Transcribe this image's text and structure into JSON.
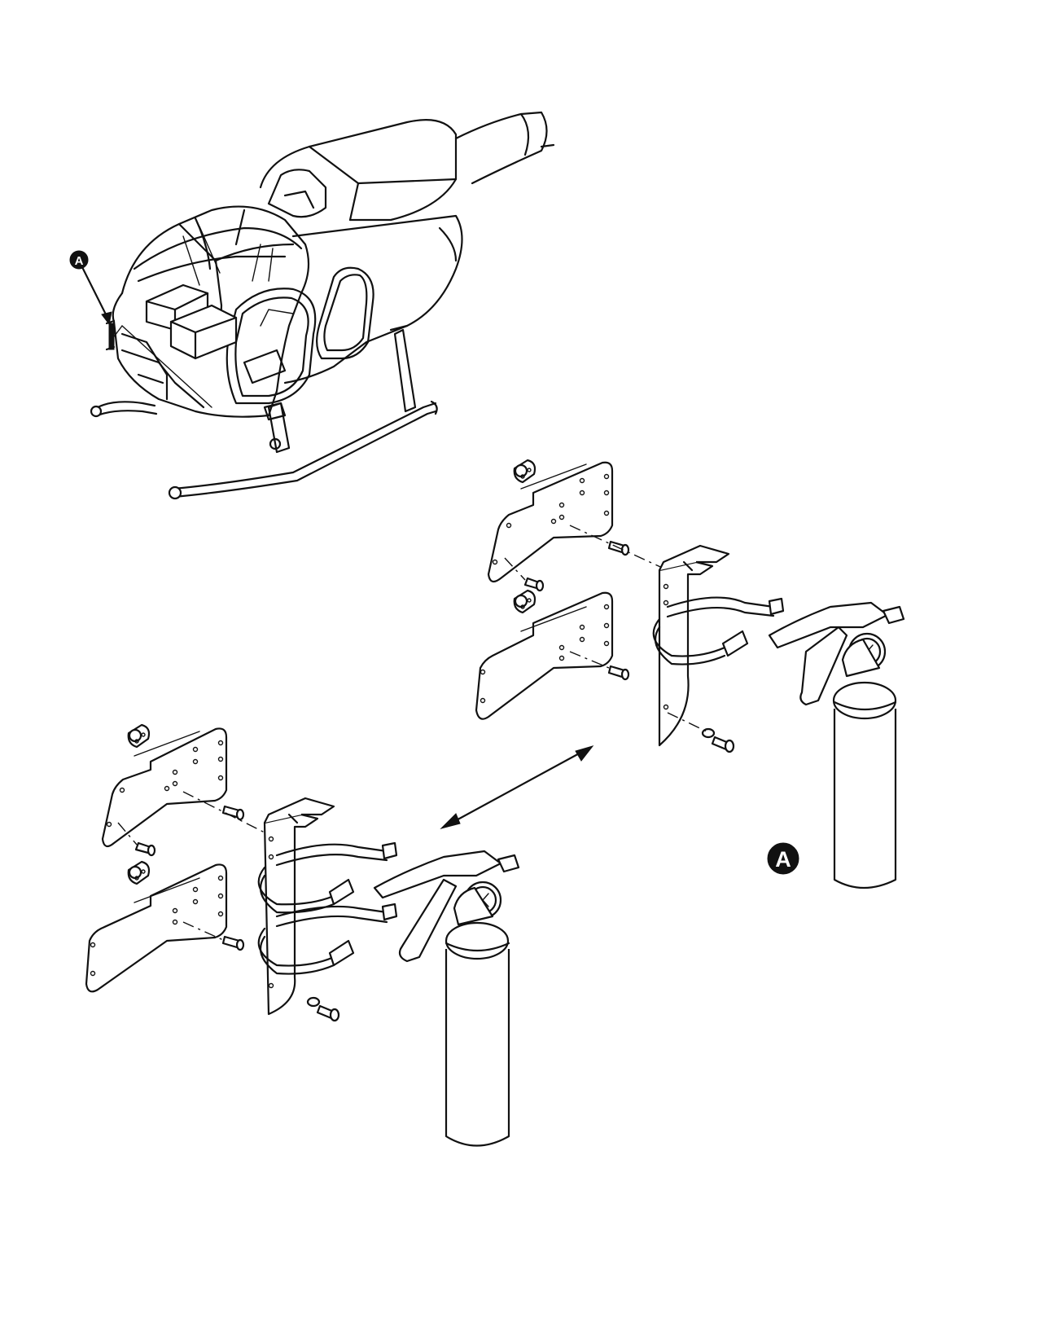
{
  "callouts": {
    "helicopter_callout": "A",
    "detail_callout": "A"
  },
  "icons": {
    "callout_marker": "black-circle-letter",
    "swap_arrow": "double-headed-arrow"
  },
  "colors": {
    "ink": "#111111",
    "paper": "#ffffff"
  }
}
